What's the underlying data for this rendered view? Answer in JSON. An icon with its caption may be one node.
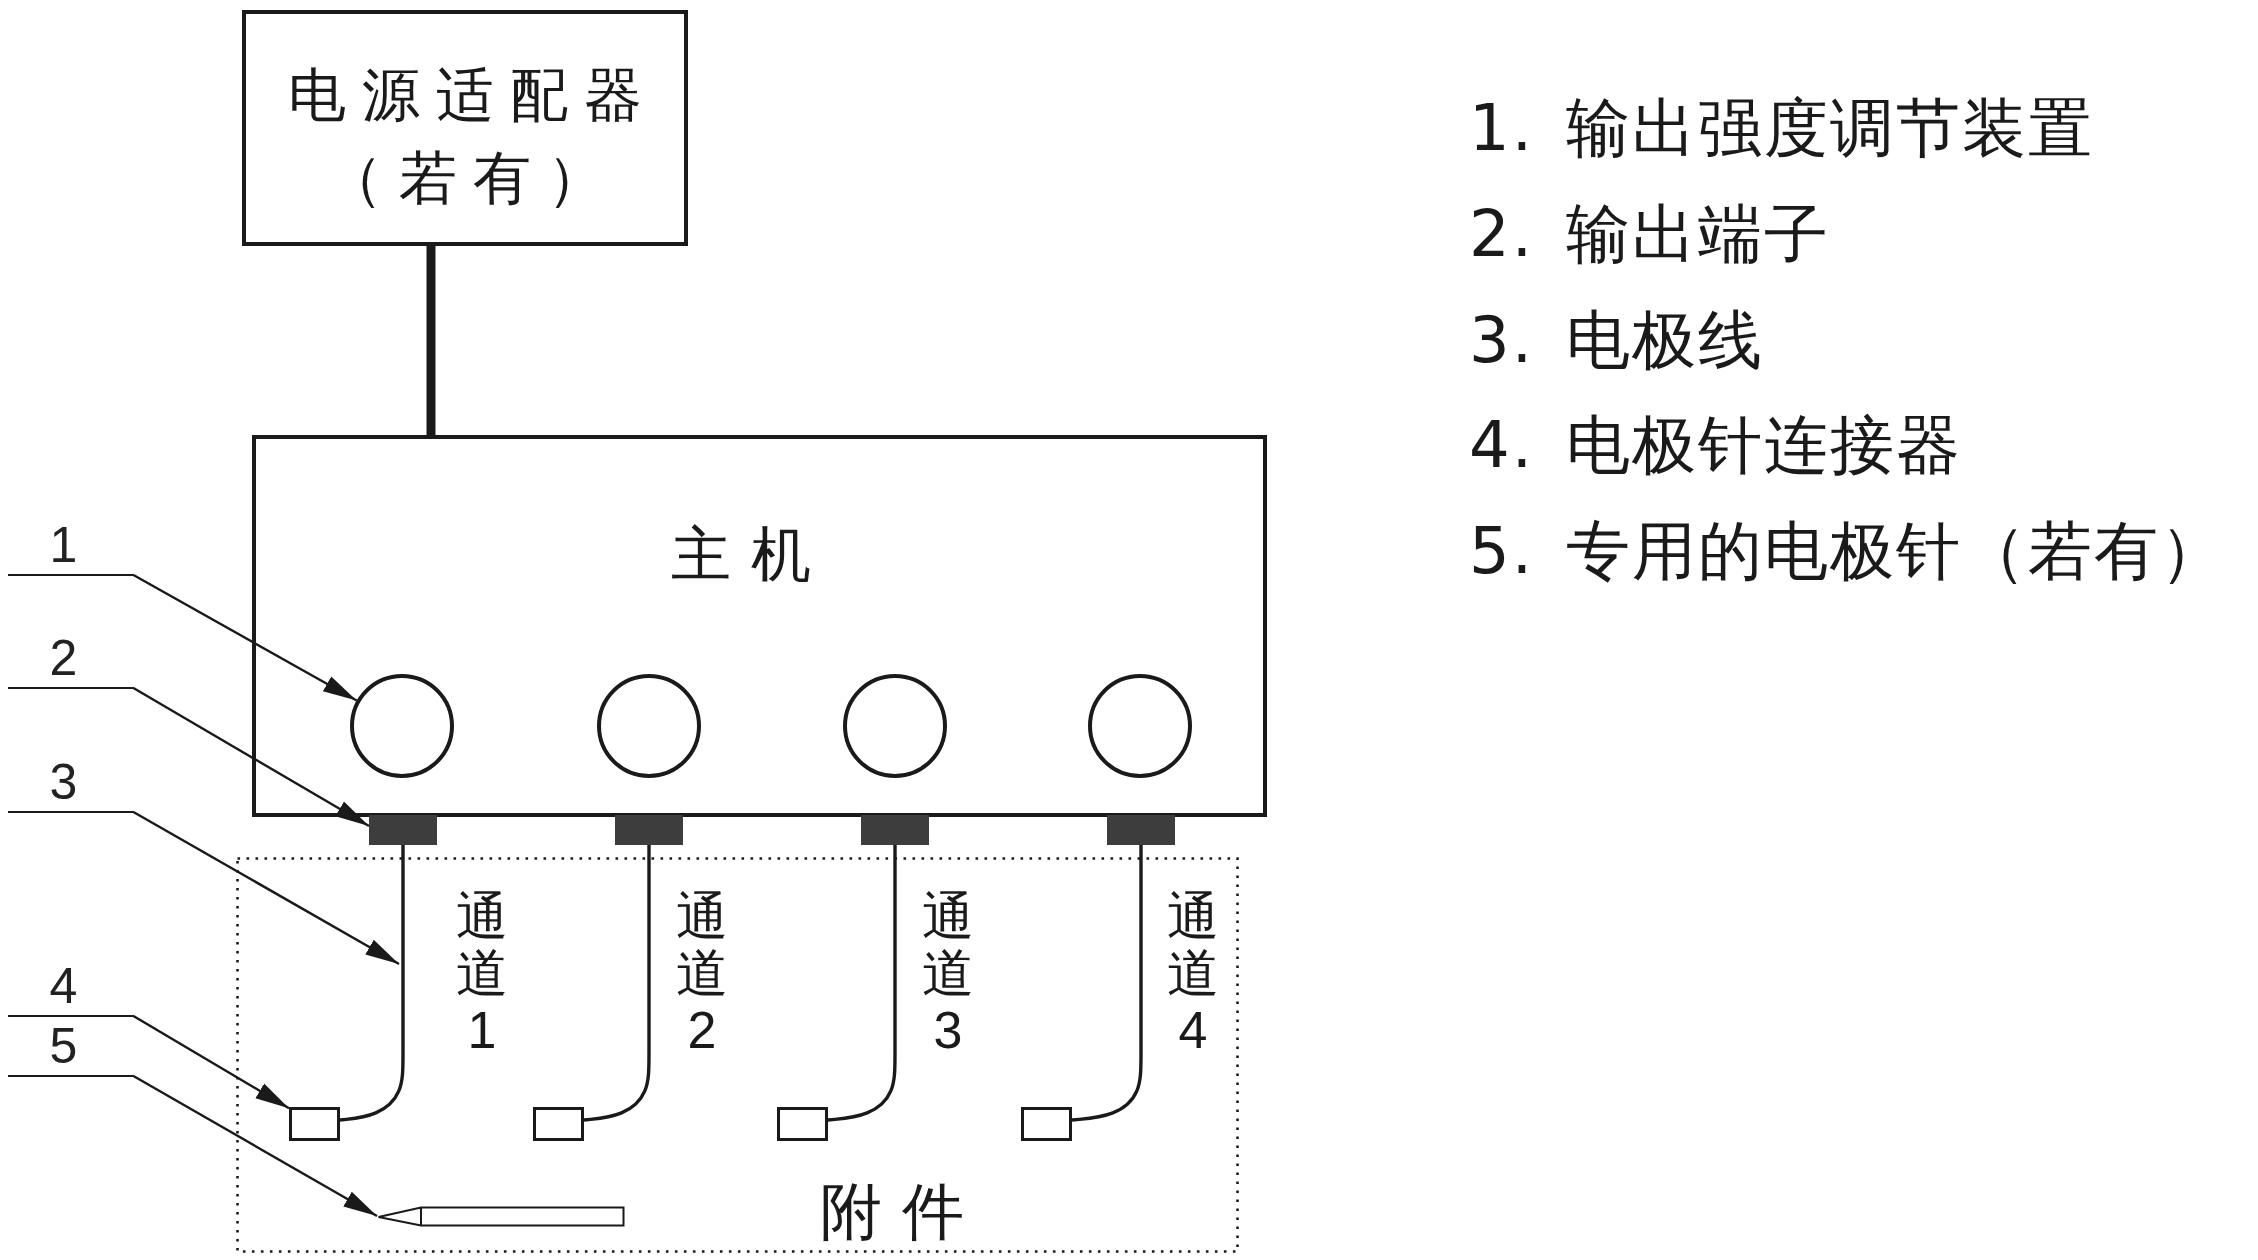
{
  "diagram": {
    "nodes": [
      {
        "text": [
          "电源适配器（若有）"
        ]
      },
      {
        "text": [
          "主机"
        ]
      },
      {
        "text": [],
        "shape": "circle",
        "in": 1
      },
      {
        "text": [],
        "shape": "circle",
        "in": 1
      },
      {
        "text": [],
        "shape": "circle",
        "in": 1
      },
      {
        "text": [],
        "shape": "circle",
        "in": 1
      },
      {
        "text": [],
        "shape": "bar"
      },
      {
        "text": [],
        "shape": "bar"
      },
      {
        "text": [],
        "shape": "bar"
      },
      {
        "text": [],
        "shape": "bar"
      },
      {
        "text": [
          "附件"
        ]
      },
      {
        "text": [],
        "shape": "box",
        "in": 10
      },
      {
        "text": [],
        "shape": "box",
        "in": 10
      },
      {
        "text": [],
        "shape": "box",
        "in": 10
      },
      {
        "text": [],
        "shape": "box",
        "in": 10
      },
      {
        "text": [],
        "shape": "needle",
        "in": 10
      },
      {
        "text": [
          "1"
        ]
      },
      {
        "text": [
          "2"
        ]
      },
      {
        "text": [
          "3"
        ]
      },
      {
        "text": [
          "4"
        ]
      },
      {
        "text": [
          "5"
        ]
      }
    ],
    "edges": [
      {
        "from": 0,
        "to": 1,
        "arrow": "none",
        "style": "thick"
      },
      {
        "from": 6,
        "to": 11,
        "arrow": "none"
      },
      {
        "from": 7,
        "to": 12,
        "arrow": "none"
      },
      {
        "from": 8,
        "to": 13,
        "arrow": "none"
      },
      {
        "from": 9,
        "to": 14,
        "arrow": "none"
      },
      {
        "from": 16,
        "to": 2,
        "arrow": "to"
      },
      {
        "from": 17,
        "to": 6,
        "arrow": "to"
      },
      {
        "from": 18,
        "to": null,
        "arrow": "to"
      },
      {
        "from": 19,
        "to": 11,
        "arrow": "to"
      },
      {
        "from": 20,
        "to": 15,
        "arrow": "to"
      }
    ],
    "labels": [
      "1. 输出强度调节装置",
      "2. 输出端子",
      "3. 电极线",
      "4. 电极针连接器",
      "5. 专用的电极针（若有）",
      "通道1",
      "通道2",
      "通道3",
      "通道4"
    ]
  }
}
